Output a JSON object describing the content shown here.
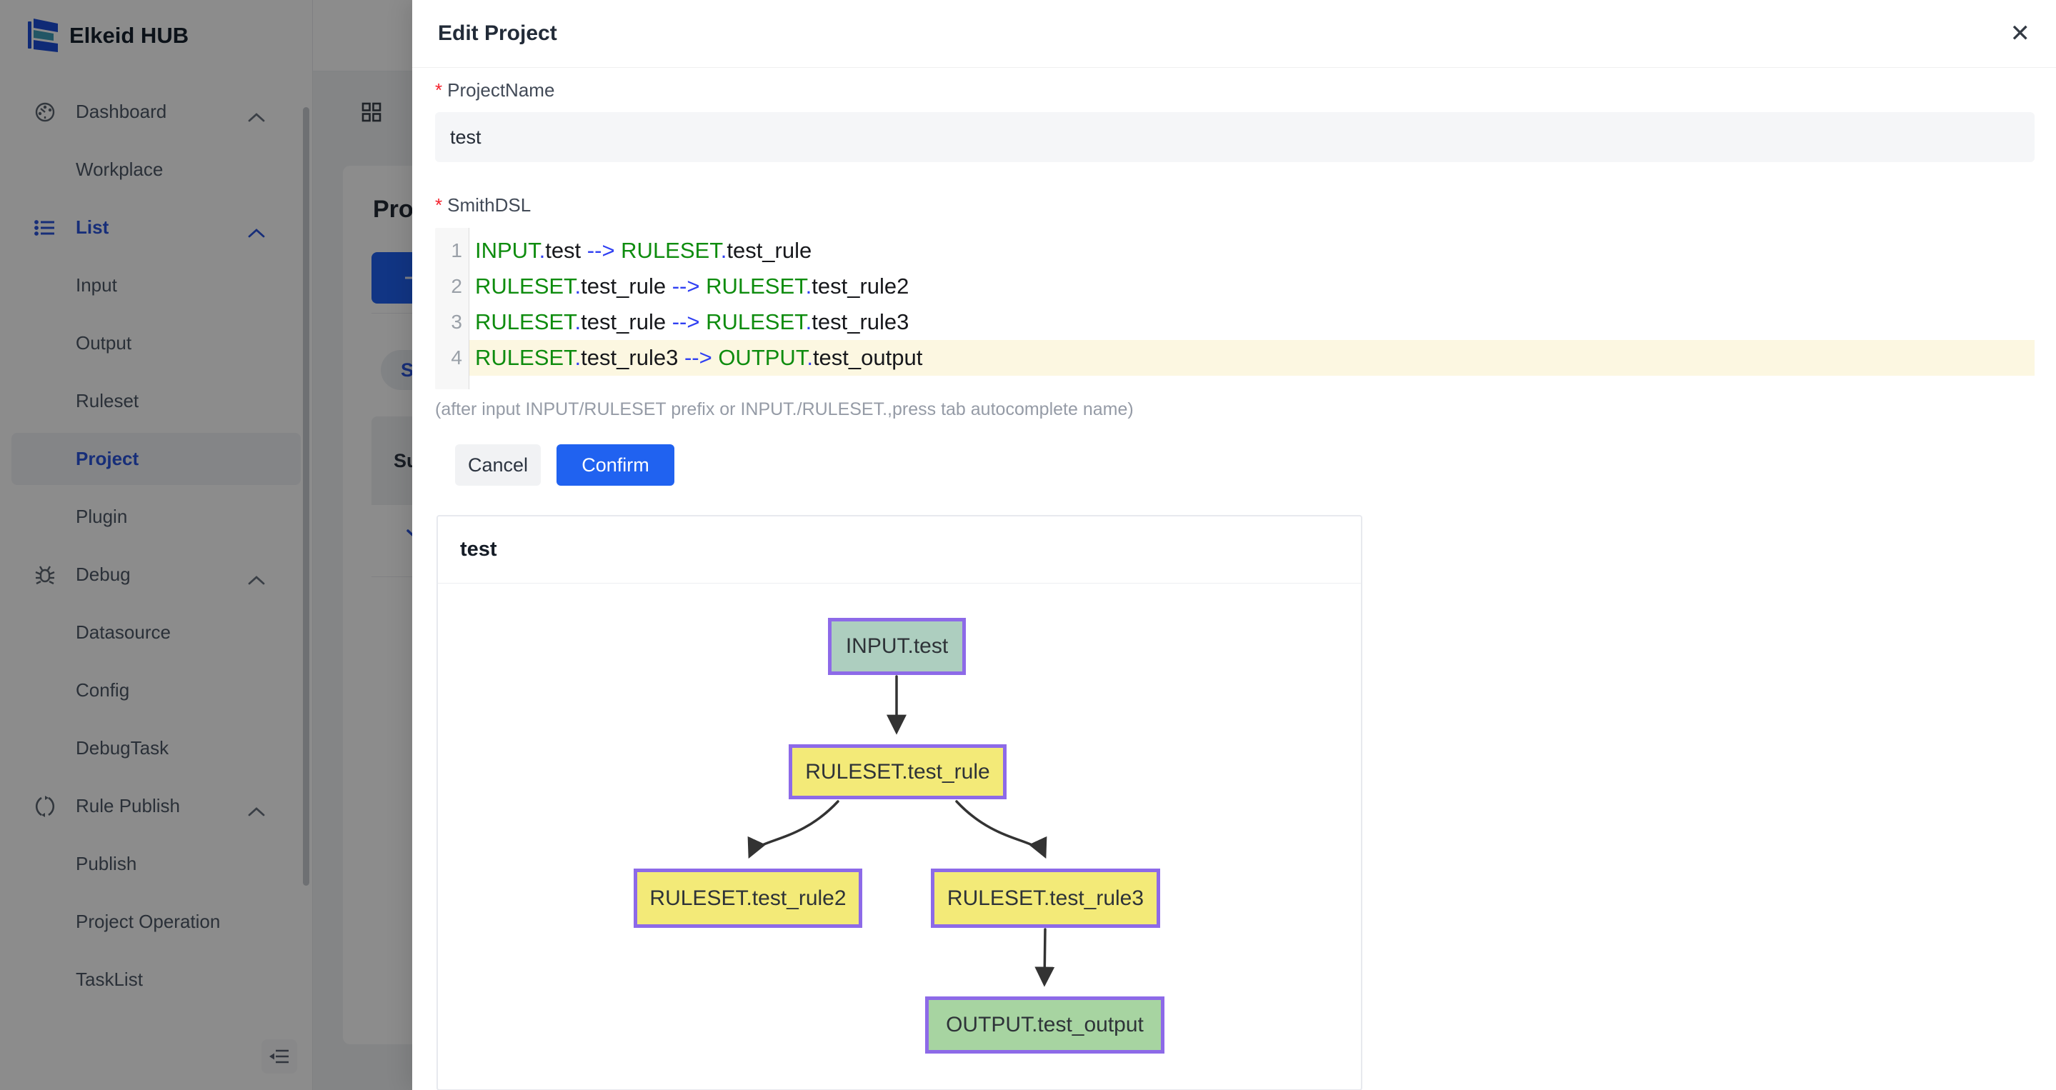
{
  "colors": {
    "primary": "#2062f0",
    "sidebar_active": "#2a55dd",
    "code_keyword": "#0e8c0e",
    "code_operator": "#2f3ff2",
    "active_line_bg": "#fcf7e1",
    "node_border": "#8d6ae8",
    "node_input_fill": "#adcebf",
    "node_ruleset_fill": "#f3ea78",
    "node_output_fill": "#a7d4a1"
  },
  "sidebar": {
    "logo_text": "Elkeid HUB",
    "items": [
      {
        "label": "Dashboard",
        "type": "parent",
        "icon": "dashboard",
        "expanded": true,
        "active": false,
        "selected": false
      },
      {
        "label": "Workplace",
        "type": "child",
        "active": false,
        "selected": false
      },
      {
        "label": "List",
        "type": "parent",
        "icon": "list",
        "expanded": true,
        "active": true,
        "selected": false
      },
      {
        "label": "Input",
        "type": "child",
        "active": false,
        "selected": false
      },
      {
        "label": "Output",
        "type": "child",
        "active": false,
        "selected": false
      },
      {
        "label": "Ruleset",
        "type": "child",
        "active": false,
        "selected": false
      },
      {
        "label": "Project",
        "type": "child",
        "active": true,
        "selected": true
      },
      {
        "label": "Plugin",
        "type": "child",
        "active": false,
        "selected": false
      },
      {
        "label": "Debug",
        "type": "parent",
        "icon": "debug",
        "expanded": true,
        "active": false,
        "selected": false
      },
      {
        "label": "Datasource",
        "type": "child",
        "active": false,
        "selected": false
      },
      {
        "label": "Config",
        "type": "child",
        "active": false,
        "selected": false
      },
      {
        "label": "DebugTask",
        "type": "child",
        "active": false,
        "selected": false
      },
      {
        "label": "Rule Publish",
        "type": "parent",
        "icon": "rule-publish",
        "expanded": true,
        "active": false,
        "selected": false
      },
      {
        "label": "Publish",
        "type": "child",
        "active": false,
        "selected": false
      },
      {
        "label": "Project Operation",
        "type": "child",
        "active": false,
        "selected": false
      },
      {
        "label": "TaskList",
        "type": "child",
        "active": false,
        "selected": false
      }
    ]
  },
  "page_behind": {
    "card_title_visible": "Proj",
    "add_button_label": "+",
    "pill_visible": "S",
    "table_header_visible": "Su"
  },
  "drawer": {
    "title": "Edit Project",
    "close_icon": "✕"
  },
  "form": {
    "required_mark": "*",
    "project_name": {
      "label": "ProjectName",
      "value": "test"
    },
    "smith_dsl": {
      "label": "SmithDSL"
    },
    "helper": "(after input INPUT/RULESET prefix or INPUT./RULESET.,press tab autocomplete name)",
    "cancel_label": "Cancel",
    "confirm_label": "Confirm"
  },
  "editor": {
    "line_numbers": [
      "1",
      "2",
      "3",
      "4"
    ],
    "lines": [
      {
        "active": false,
        "tokens": [
          [
            "INPUT",
            "kw"
          ],
          [
            ".",
            "dot"
          ],
          [
            "test",
            "plain"
          ],
          [
            " ",
            "plain"
          ],
          [
            "-->",
            "arrow"
          ],
          [
            " ",
            "plain"
          ],
          [
            "RULESET",
            "kw"
          ],
          [
            ".",
            "dot"
          ],
          [
            "test_rule",
            "plain"
          ]
        ]
      },
      {
        "active": false,
        "tokens": [
          [
            "RULESET",
            "kw"
          ],
          [
            ".",
            "dot"
          ],
          [
            "test_rule",
            "plain"
          ],
          [
            " ",
            "plain"
          ],
          [
            "-->",
            "arrow"
          ],
          [
            " ",
            "plain"
          ],
          [
            "RULESET",
            "kw"
          ],
          [
            ".",
            "dot"
          ],
          [
            "test_rule2",
            "plain"
          ]
        ]
      },
      {
        "active": false,
        "tokens": [
          [
            "RULESET",
            "kw"
          ],
          [
            ".",
            "dot"
          ],
          [
            "test_rule",
            "plain"
          ],
          [
            " ",
            "plain"
          ],
          [
            "-->",
            "arrow"
          ],
          [
            " ",
            "plain"
          ],
          [
            "RULESET",
            "kw"
          ],
          [
            ".",
            "dot"
          ],
          [
            "test_rule3",
            "plain"
          ]
        ]
      },
      {
        "active": true,
        "tokens": [
          [
            "RULESET",
            "kw"
          ],
          [
            ".",
            "dot"
          ],
          [
            "test_rule3",
            "plain"
          ],
          [
            " ",
            "plain"
          ],
          [
            "-->",
            "arrow"
          ],
          [
            " ",
            "plain"
          ],
          [
            "OUTPUT",
            "kw"
          ],
          [
            ".",
            "dot"
          ],
          [
            "test_output",
            "plain"
          ]
        ]
      }
    ]
  },
  "diagram": {
    "title": "test",
    "nodes": [
      {
        "id": "INPUT.test",
        "label": "INPUT.test",
        "kind": "input"
      },
      {
        "id": "RULESET.test_rule",
        "label": "RULESET.test_rule",
        "kind": "ruleset"
      },
      {
        "id": "RULESET.test_rule2",
        "label": "RULESET.test_rule2",
        "kind": "ruleset"
      },
      {
        "id": "RULESET.test_rule3",
        "label": "RULESET.test_rule3",
        "kind": "ruleset"
      },
      {
        "id": "OUTPUT.test_output",
        "label": "OUTPUT.test_output",
        "kind": "output"
      }
    ],
    "edges": [
      {
        "from": "INPUT.test",
        "to": "RULESET.test_rule"
      },
      {
        "from": "RULESET.test_rule",
        "to": "RULESET.test_rule2"
      },
      {
        "from": "RULESET.test_rule",
        "to": "RULESET.test_rule3"
      },
      {
        "from": "RULESET.test_rule3",
        "to": "OUTPUT.test_output"
      }
    ]
  }
}
